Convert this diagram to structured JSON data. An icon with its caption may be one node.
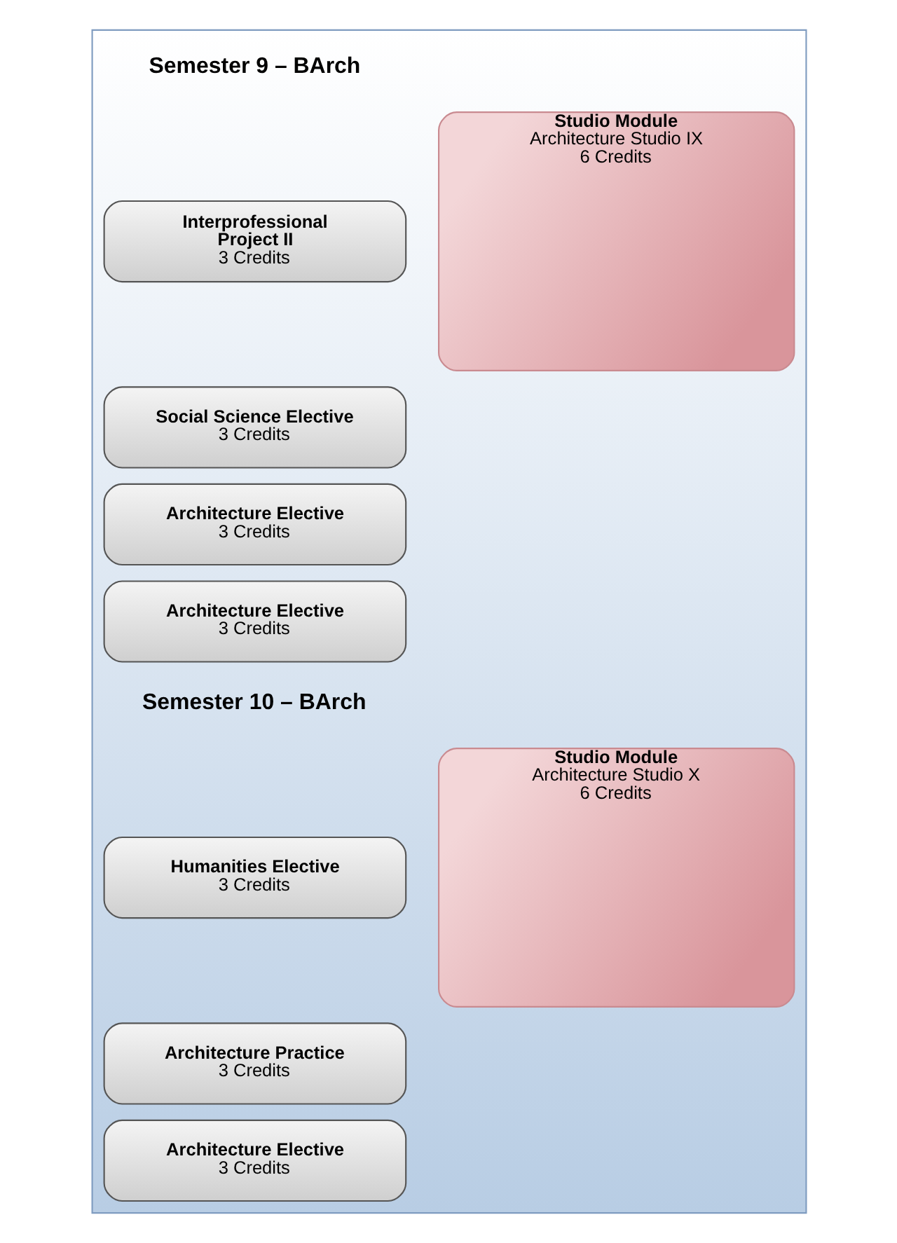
{
  "diagram": {
    "nodes": [
      {
        "text": [],
        "shape": "box"
      },
      {
        "text": [
          "Interprofessional Project II",
          "3 Credits"
        ],
        "in": 0
      },
      {
        "text": [
          "Studio Module",
          "Architecture Studio IX",
          "6 Credits"
        ],
        "in": 0
      },
      {
        "text": [
          "Social Science Elective",
          "3 Credits"
        ],
        "in": 0
      },
      {
        "text": [
          "Architecture Elective",
          "3 Credits"
        ],
        "in": 0
      },
      {
        "text": [
          "Architecture Elective",
          "3 Credits"
        ],
        "in": 0
      },
      {
        "text": [
          "Humanities Elective",
          "3 Credits"
        ],
        "in": 0
      },
      {
        "text": [
          "Studio Module",
          "Architecture Studio X",
          "6 Credits"
        ],
        "in": 0
      },
      {
        "text": [
          "Architecture Practice",
          "3 Credits"
        ],
        "in": 0
      },
      {
        "text": [
          "Architecture Elective",
          "3 Credits"
        ],
        "in": 0
      }
    ],
    "labels": [
      "Semester 9 – BArch",
      "Semester 10 – BArch"
    ]
  }
}
